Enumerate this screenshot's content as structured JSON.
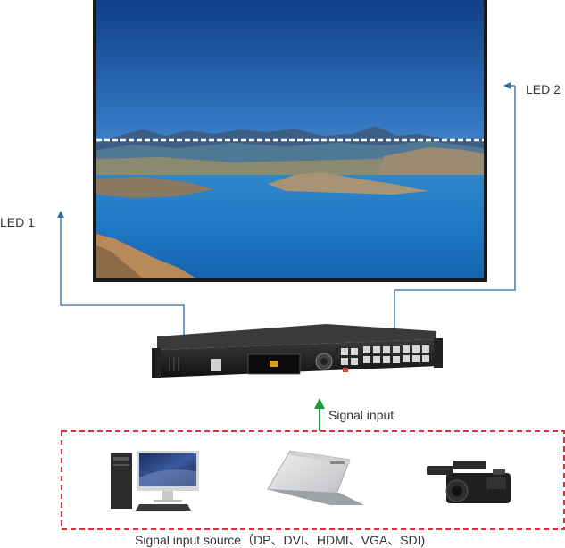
{
  "labels": {
    "led1": "LED 1",
    "led2": "LED 2",
    "signal_input": "Signal input",
    "source_caption": "Signal input source（DP、DVI、HDMI、VGA、SDI)"
  },
  "colors": {
    "connector_line": "#2e6aa3",
    "signal_arrow": "#1a9a3a",
    "source_box_border": "#d9323c",
    "led_split_line": "#ffffff"
  },
  "icons": [
    "desktop-computer-icon",
    "laptop-icon",
    "video-camera-icon",
    "video-processor-device"
  ]
}
